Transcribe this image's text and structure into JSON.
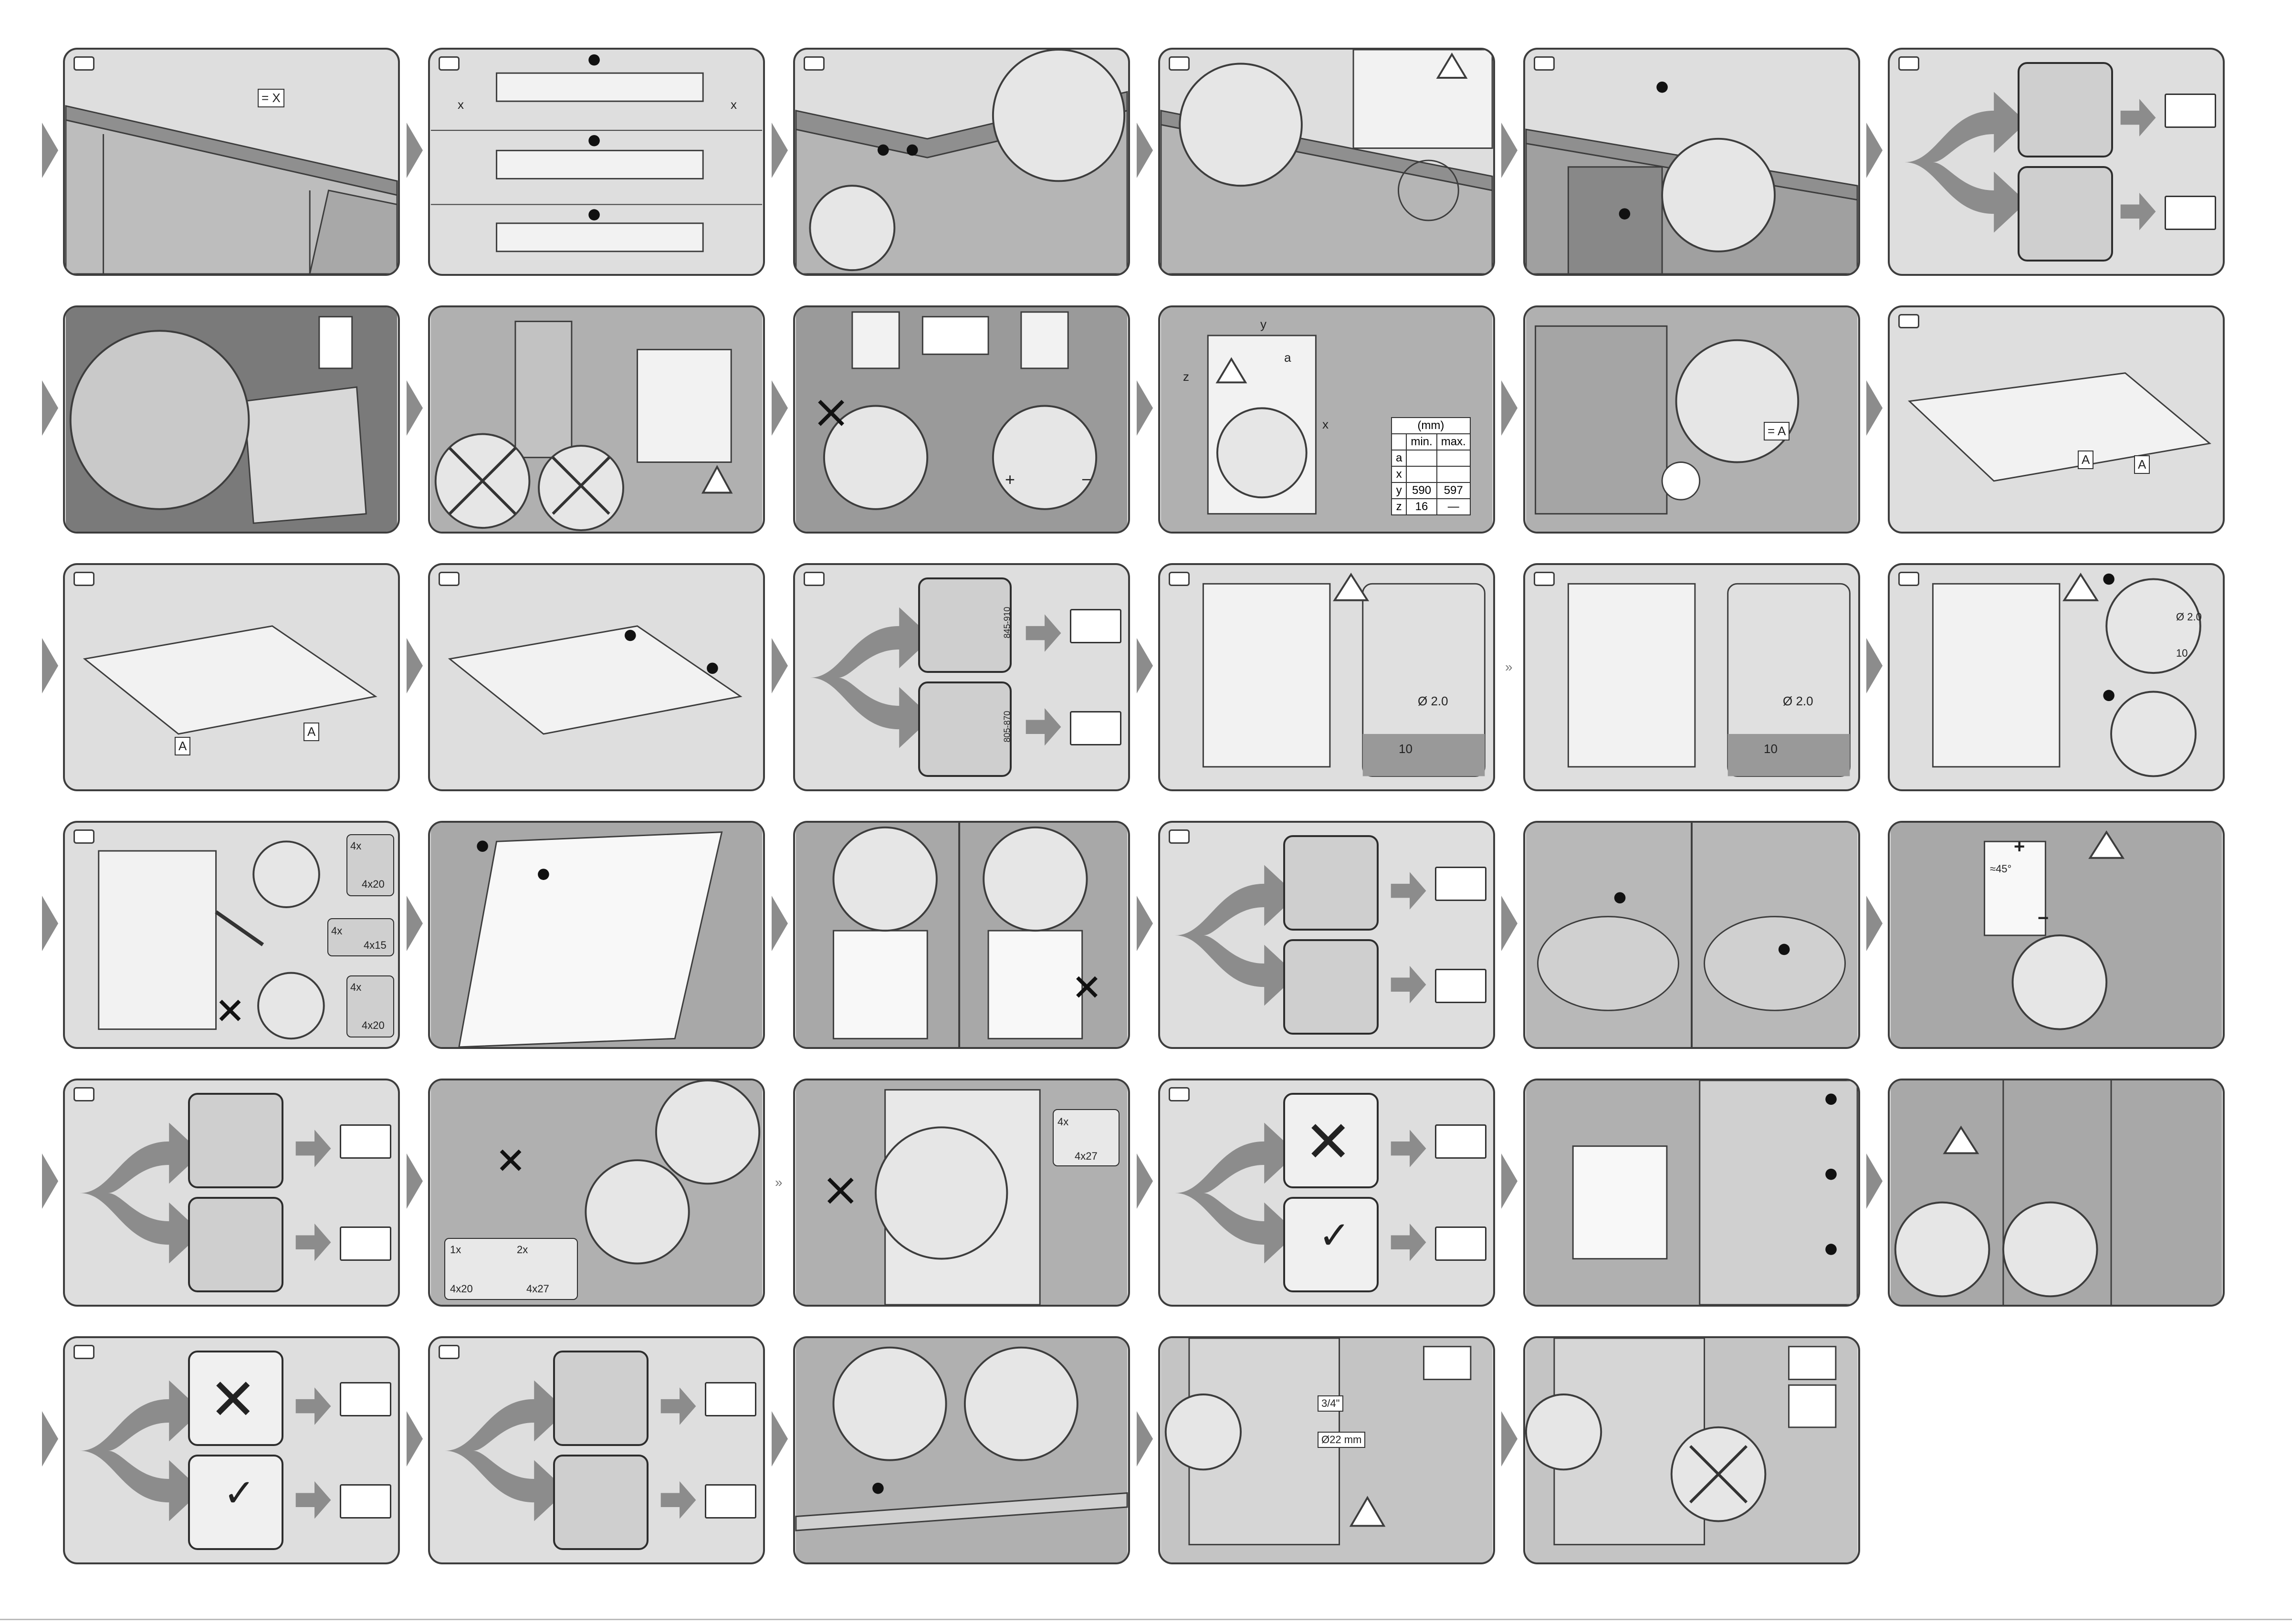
{
  "labels": {
    "p1_eqx": "= X",
    "x": "x",
    "a": "a",
    "y": "y",
    "z": "z",
    "A": "A",
    "eqA": "= A",
    "mm": "(mm)",
    "min": "min.",
    "max": "max.",
    "y_min": "590",
    "y_max": "597",
    "z_min": "16",
    "z_max": "—",
    "h1": "845-910",
    "h2": "805-870",
    "d20": "Ø 2.0",
    "ten": "10",
    "s4x": "4x",
    "s4x20": "4x20",
    "s4x15": "4x15",
    "s4x27": "4x27",
    "s1x": "1x",
    "s2x": "2x",
    "angle45": "≈45°",
    "plus": "+",
    "minus": "−",
    "three_quarter": "3/4\"",
    "d22": "Ø22 mm",
    "continue_glyph": "»",
    "cross": "✕",
    "check": "✓",
    "warn": "!"
  },
  "colors": {
    "panel_bg": "#dedede",
    "stroke": "#3d3d3d",
    "arrow_gray": "#8c8c8c",
    "cabinet": "#a9a9a9",
    "cabinet_light": "#c8c8c8"
  },
  "icons": [
    "warning-icon",
    "info-icon",
    "book-icon",
    "screw-icon",
    "screwdriver-icon",
    "cross-icon",
    "check-icon",
    "arrow-icon"
  ]
}
